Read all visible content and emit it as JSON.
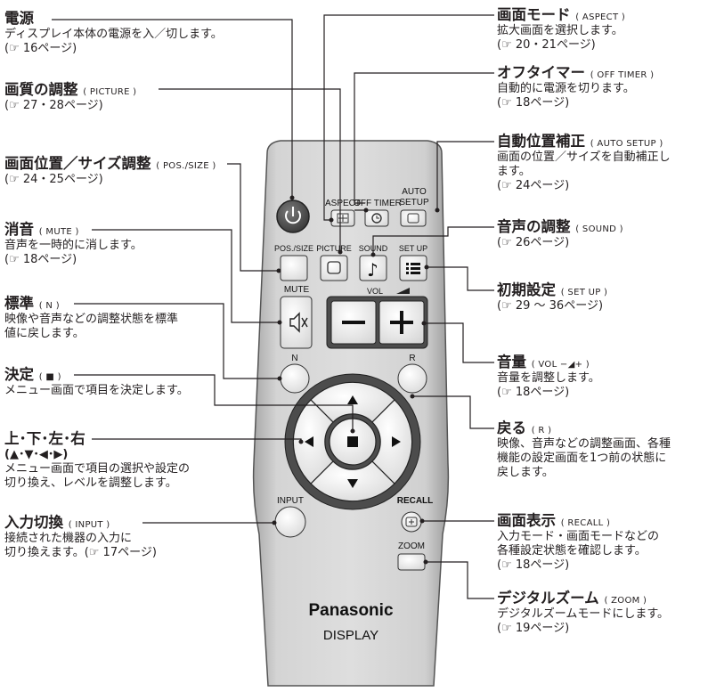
{
  "left_annotations": [
    {
      "title": "電源",
      "key": "",
      "desc": [
        "ディスプレイ本体の電源を入／切します。",
        "(☞ 16ページ)"
      ]
    },
    {
      "title": "画質の調整",
      "key": "( PICTURE )",
      "desc": [
        "(☞ 27・28ページ)"
      ]
    },
    {
      "title": "画面位置／サイズ調整",
      "key": "( POS./SIZE )",
      "desc": [
        "(☞ 24・25ページ)"
      ]
    },
    {
      "title": "消音",
      "key": "( MUTE )",
      "desc": [
        "音声を一時的に消します。",
        "(☞ 18ページ)"
      ]
    },
    {
      "title": "標準",
      "key": "( N )",
      "desc": [
        "映像や音声などの調整状態を標準",
        "値に戻します。"
      ]
    },
    {
      "title": "決定",
      "key": "( ■ )",
      "desc": [
        "メニュー画面で項目を決定します。"
      ]
    },
    {
      "title": "上･下･左･右",
      "key": "",
      "subtitle": "(▲･▼･◀･▶)",
      "desc": [
        "メニュー画面で項目の選択や設定の",
        "切り換え、レベルを調整します。"
      ]
    },
    {
      "title": "入力切換",
      "key": "( INPUT )",
      "desc": [
        "接続された機器の入力に",
        "切り換えます。(☞ 17ページ)"
      ]
    }
  ],
  "right_annotations": [
    {
      "title": "画面モード",
      "key": "( ASPECT )",
      "desc": [
        "拡大画面を選択します。",
        "(☞ 20・21ページ)"
      ]
    },
    {
      "title": "オフタイマー",
      "key": "( OFF TIMER )",
      "desc": [
        "自動的に電源を切ります。",
        "(☞ 18ページ)"
      ]
    },
    {
      "title": "自動位置補正",
      "key": "( AUTO SETUP )",
      "desc": [
        "画面の位置／サイズを自動補正し",
        "ます。",
        "(☞ 24ページ)"
      ]
    },
    {
      "title": "音声の調整",
      "key": "( SOUND )",
      "desc": [
        "(☞ 26ページ)"
      ]
    },
    {
      "title": "初期設定",
      "key": "( SET UP )",
      "desc": [
        "(☞ 29 ～ 36ページ)"
      ]
    },
    {
      "title": "音量",
      "key": "( VOL −◢+ )",
      "desc": [
        "音量を調整します。",
        "(☞ 18ページ)"
      ]
    },
    {
      "title": "戻る",
      "key": "( R )",
      "desc": [
        "映像、音声などの調整画面、各種",
        "機能の設定画面を1つ前の状態に",
        "戻します。"
      ]
    },
    {
      "title": "画面表示",
      "key": "( RECALL )",
      "desc": [
        "入力モード・画面モードなどの",
        "各種設定状態を確認します。",
        "(☞ 18ページ)"
      ]
    },
    {
      "title": "デジタルズーム",
      "key": "( ZOOM )",
      "desc": [
        "デジタルズームモードにします。",
        "(☞ 19ページ)"
      ]
    }
  ],
  "remote": {
    "labels": {
      "aspect": "ASPECT",
      "off_timer": "OFF TIMER",
      "auto": "AUTO",
      "setup_auto": "SETUP",
      "pos_size": "POS./SIZE",
      "picture": "PICTURE",
      "sound": "SOUND",
      "set_up": "SET UP",
      "mute": "MUTE",
      "vol": "VOL",
      "n": "N",
      "r": "R",
      "input": "INPUT",
      "recall": "RECALL",
      "zoom": "ZOOM",
      "minus": "−",
      "plus": "+"
    },
    "brand": "Panasonic",
    "model": "DISPLAY"
  },
  "colors": {
    "body": "#c9c9c9",
    "button": "#ececec",
    "dark": "#4a4a4a",
    "power": "#4f4f4f"
  }
}
